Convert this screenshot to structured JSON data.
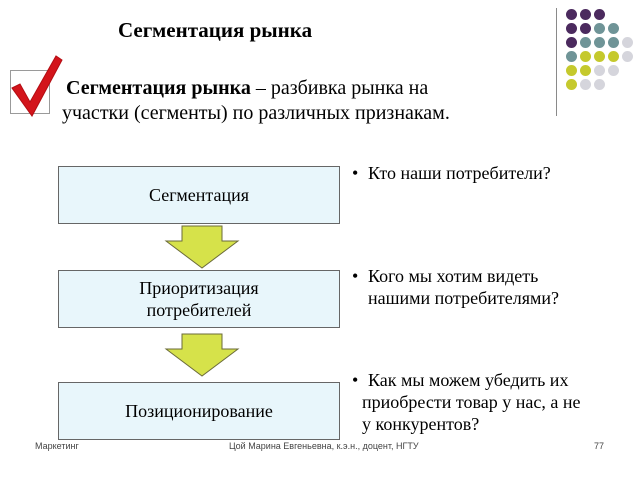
{
  "slide": {
    "title": "Сегментация рынка",
    "definition": {
      "term": "Сегментация рынка",
      "dash": " – ",
      "text_line1": " разбивка рынка на",
      "text_line2": "участки (сегменты) по различных признакам."
    },
    "flow": {
      "steps": [
        {
          "line1": "Сегментация",
          "line2": ""
        },
        {
          "line1": "Приоритизация",
          "line2": "потребителей"
        },
        {
          "line1": "Позиционирование",
          "line2": ""
        }
      ]
    },
    "questions": [
      {
        "line1": "Кто наши потребители?",
        "line2": "",
        "line3": ""
      },
      {
        "line1": "Кого мы хотим видеть",
        "line2": "нашими потребителями?",
        "line3": ""
      },
      {
        "line1": "Как мы можем убедить их",
        "line2": "приобрести товар у нас, а не",
        "line3": "у конкурентов?"
      }
    ],
    "bullet": "•"
  },
  "footer": {
    "left": "Маркетинг",
    "center": "Цой Марина Евгеньевна, к.э.н., доцент, НГТУ",
    "page": "77"
  },
  "colors": {
    "box_fill": "#e8f6fb",
    "arrow_fill": "#d6e24a",
    "check_red": "#d3141b",
    "dot_purple": "#4b2a5e",
    "dot_teal": "#6f9497",
    "dot_yellow": "#c5c92d",
    "dot_gray": "#d5d5dc"
  },
  "icons": {
    "checkmark": "red-checkmark-icon",
    "arrow": "down-arrow-icon",
    "decoration": "dot-grid-decoration"
  }
}
